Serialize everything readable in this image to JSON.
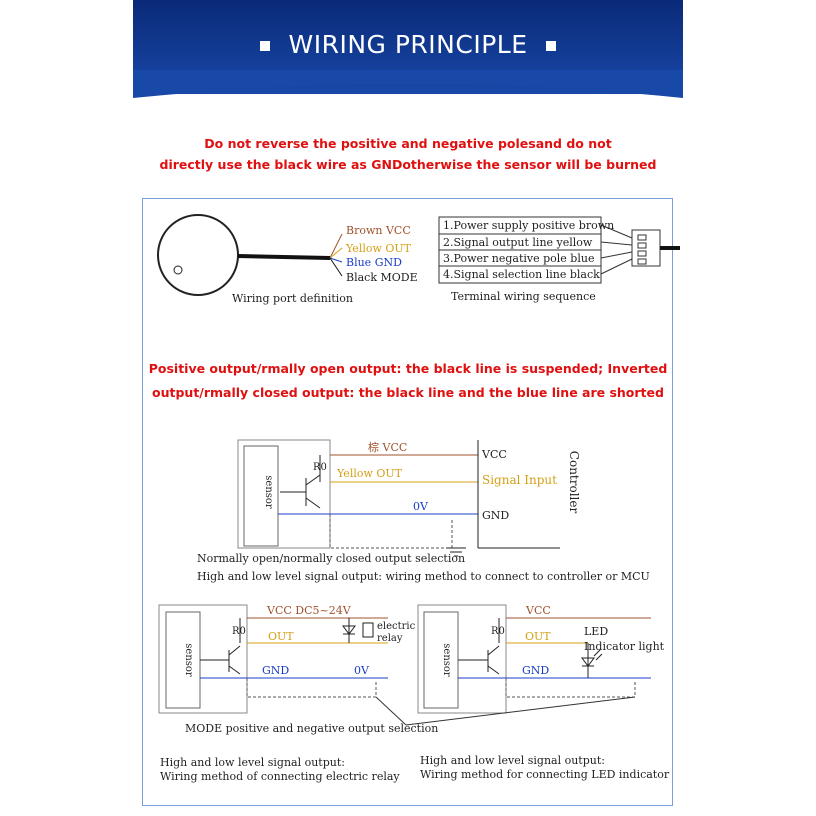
{
  "header": {
    "title": "WIRING PRINCIPLE"
  },
  "warning": {
    "line1": "Do not reverse the positive and negative polesand do not",
    "line2": "directly use the black wire as GNDotherwise the sensor will be burned"
  },
  "port": {
    "wires": [
      "Brown VCC",
      "Yellow OUT",
      "Blue GND",
      "Black MODE"
    ],
    "caption": "Wiring port definition"
  },
  "terminal": {
    "lines": [
      "1.Power supply positive brown",
      "2.Signal output line yellow",
      "3.Power negative pole blue",
      "4.Signal selection line black"
    ],
    "caption": "Terminal wiring sequence"
  },
  "mode_note": {
    "line1": "Positive output/rmally open output: the black line is suspended; Inverted",
    "line2": "output/rmally closed output: the black line and the blue line are shorted"
  },
  "controller_diagram": {
    "sensor": "sensor",
    "vcc_wire": "棕 VCC",
    "r0": "R0",
    "yellow_out": "Yellow OUT",
    "zero_v": "0V",
    "vcc": "VCC",
    "signal_input": "Signal Input",
    "gnd": "GND",
    "controller": "Controller",
    "selection": "Normally open/normally closed output selection",
    "caption": "High and low level signal output: wiring method to connect to controller or MCU"
  },
  "relay_diagram": {
    "sensor": "sensor",
    "vcc": "VCC DC5~24V",
    "r0": "R0",
    "out": "OUT",
    "gnd": "GND",
    "zero_v": "0V",
    "relay_l1": "electric",
    "relay_l2": "relay"
  },
  "led_diagram": {
    "sensor": "sensor",
    "vcc": "VCC",
    "r0": "R0",
    "out": "OUT",
    "gnd": "GND",
    "led_l1": "LED",
    "led_l2": "Indicator  light"
  },
  "mode_selection": "MODE positive and negative output selection",
  "captions": {
    "relay_l1": "High and low level signal output:",
    "relay_l2": "Wiring method of connecting electric relay",
    "led_l1": "High and low level signal output:",
    "led_l2": "Wiring method for connecting LED indicator"
  },
  "colors": {
    "header": "#1848a8",
    "warning": "#e01010",
    "brown": "#a0522d",
    "yellow": "#d4a017",
    "blue": "#1a3cc8"
  }
}
